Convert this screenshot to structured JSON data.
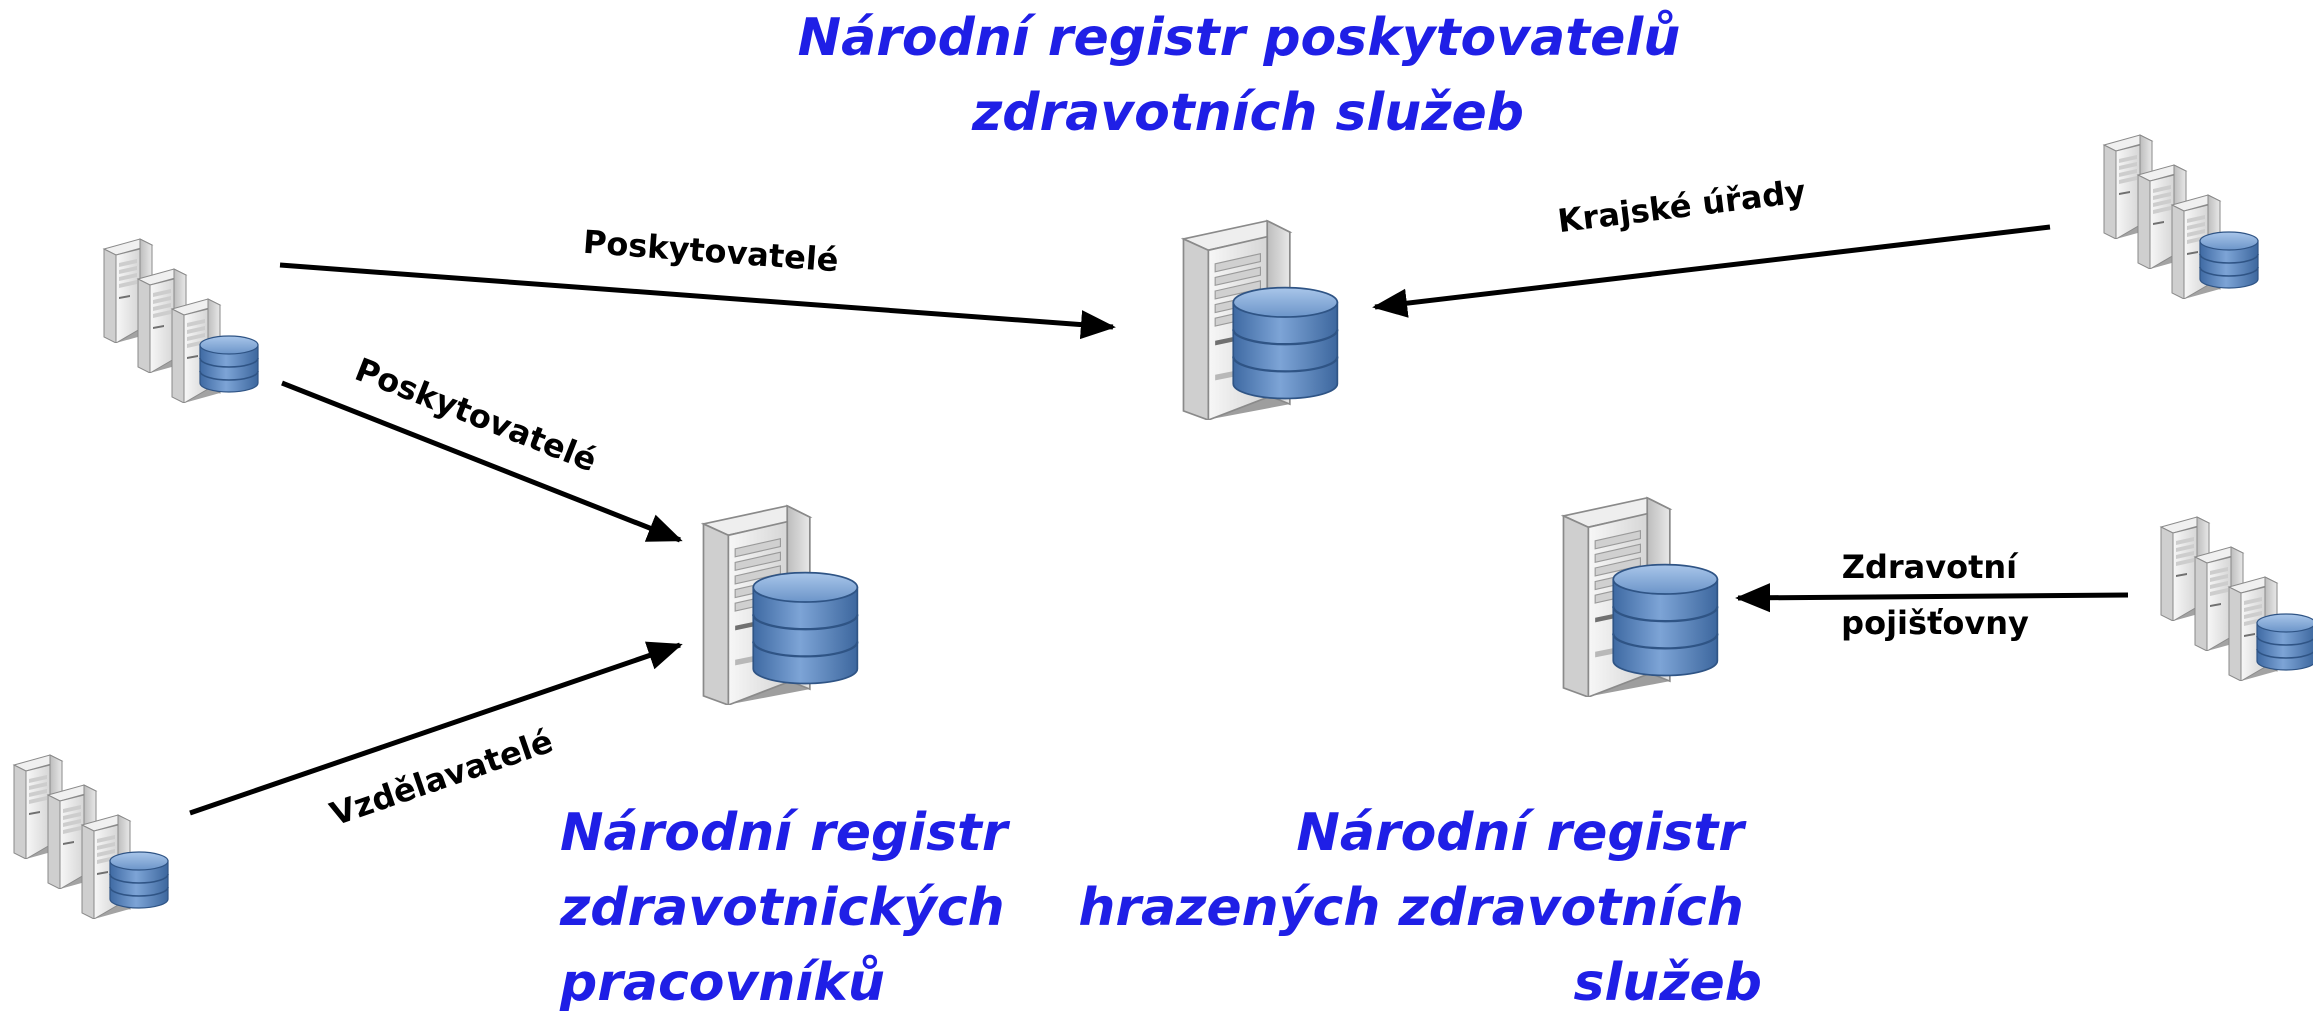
{
  "colors": {
    "title": "#1f1fe6",
    "label": "#000000",
    "arrow": "#000000",
    "server_body": "#e4e4e4",
    "database": "#5a86bd"
  },
  "registries": {
    "providers": {
      "lines": [
        "Národní registr poskytovatelů",
        "zdravotních služeb"
      ]
    },
    "workers": {
      "lines": [
        "Národní registr",
        "zdravotnických",
        "pracovníků"
      ]
    },
    "reimbursed": {
      "lines": [
        "Národní registr",
        "hrazených zdravotních",
        "služeb"
      ]
    }
  },
  "flows": {
    "providers_to_nrpzs": "Poskytovatelé",
    "providers_to_nrzp": "Poskytovatelé",
    "educators_to_nrzp": "Vzdělavatelé",
    "regions_to_nrpzs": "Krajské úřady",
    "insurers_to_nrhzs": [
      "Zdravotní",
      "pojišťovny"
    ]
  },
  "icons": {
    "registry_server": "server-database-icon",
    "source_cluster": "server-cluster-icon"
  }
}
